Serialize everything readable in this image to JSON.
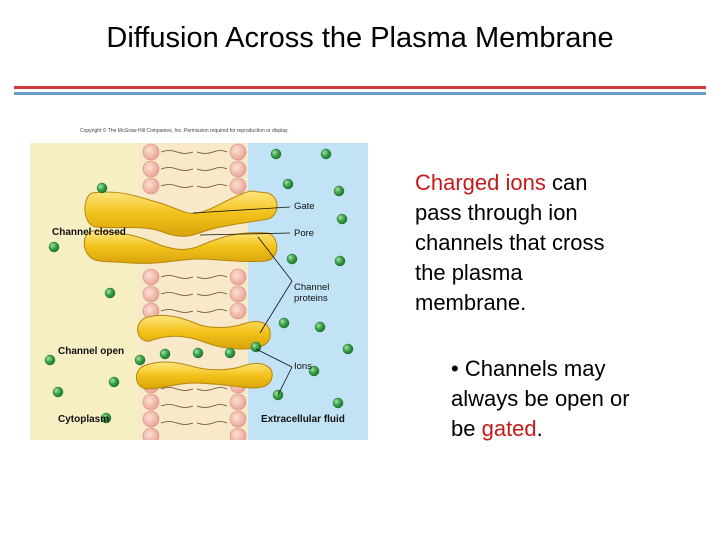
{
  "slide": {
    "title": "Diffusion Across the Plasma Membrane",
    "paragraph": {
      "highlight": "Charged ions",
      "rest_line1": " can",
      "line2": "pass through ion",
      "line3": "channels that cross",
      "line4": "the plasma",
      "line5": "membrane."
    },
    "bullet": {
      "line1": "• Channels may",
      "line2": "always be open or",
      "line3_prefix": "be ",
      "line3_highlight": "gated",
      "line3_suffix": "."
    }
  },
  "figure": {
    "copyright": "Copyright © The McGraw-Hill Companies, Inc. Permission required for reproduction or display.",
    "labels": {
      "channel_closed": "Channel closed",
      "channel_open": "Channel open",
      "cytoplasm": "Cytoplasm",
      "extracellular": "Extracellular fluid"
    },
    "callouts": {
      "gate": "Gate",
      "pore": "Pore",
      "channel_proteins_1": "Channel",
      "channel_proteins_2": "proteins",
      "ions": "Ions"
    },
    "colors": {
      "cytoplasm_bg": "#f6efc4",
      "extracellular_bg": "#c2e3f5",
      "phospholipid_head": "#f2b7a8",
      "channel_protein": "#f2c21a",
      "ion": "#3aa54a",
      "highlight_text": "#c41a1a"
    }
  }
}
